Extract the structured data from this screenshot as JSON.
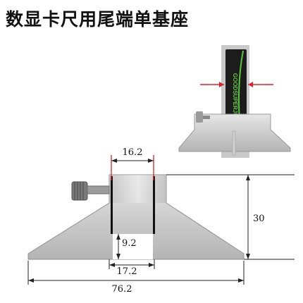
{
  "title": "数显卡尺用尾端单基座",
  "product_photo": {
    "brand_text": "GOODSUPERJUST",
    "marker_color": "#e0202a",
    "accent_color": "#5fc638"
  },
  "dimensions": {
    "slot_width": "16.2",
    "height": "30",
    "slot_depth": "9.2",
    "slot_bottom_width": "17.2",
    "total_width": "76.2"
  },
  "colors": {
    "dimension_highlight": "#e0202a",
    "steel_light": "#dcdcdc",
    "steel_dark": "#a4a4a4",
    "line": "#222222"
  }
}
